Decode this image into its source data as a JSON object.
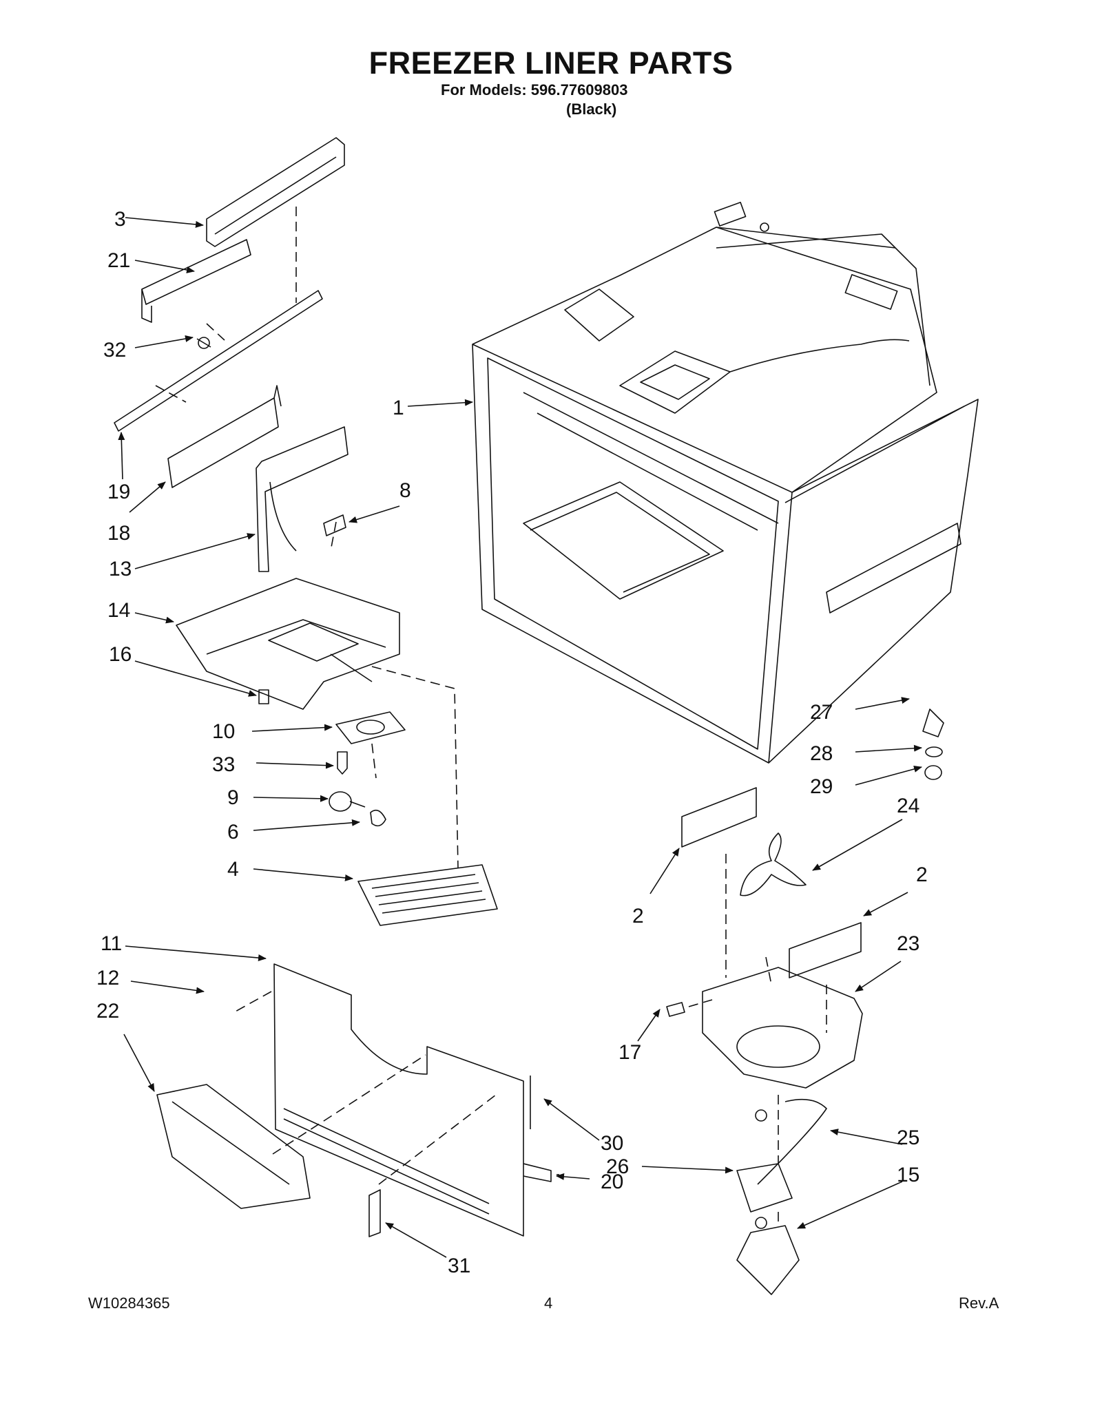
{
  "page": {
    "title": "FREEZER LINER PARTS",
    "models_line": "For Models: 596.77609803",
    "variant": "(Black)"
  },
  "callouts": [
    "1",
    "2",
    "2",
    "3",
    "4",
    "6",
    "8",
    "9",
    "10",
    "11",
    "12",
    "13",
    "14",
    "15",
    "16",
    "17",
    "18",
    "19",
    "20",
    "21",
    "22",
    "23",
    "24",
    "25",
    "26",
    "27",
    "28",
    "29",
    "30",
    "31",
    "32",
    "33"
  ],
  "footer": {
    "doc_number": "W10284365",
    "page_number": "4",
    "revision": "Rev.A"
  }
}
